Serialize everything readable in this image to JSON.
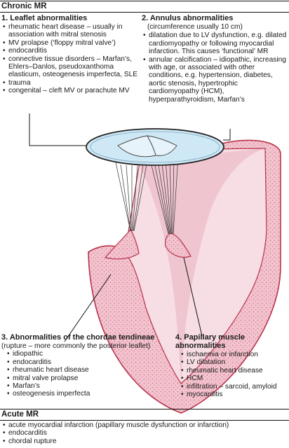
{
  "chronic": {
    "title": "Chronic MR",
    "s1": {
      "heading": "1. Leaflet abnormalities",
      "items": [
        "rheumatic heart disease – usually in association with mitral stenosis",
        "MV prolapse (‘floppy mitral valve’)",
        "endocarditis",
        "connective tissue disorders – Marfan’s, Ehlers–Danlos, pseudoxanthoma elasticum, osteogenesis imperfecta, SLE",
        "trauma",
        "congenital – cleft MV or parachute MV"
      ]
    },
    "s2": {
      "heading": "2. Annulus abnormalities",
      "note": "(circumference usually 10 cm)",
      "items": [
        "dilatation due to LV dysfunction, e.g. dilated cardiomyopathy or following myocardial infarction. This causes ‘functional’ MR",
        "annular calcification – idiopathic, increasing with age, or associated with other conditions, e.g. hypertension, diabetes, aortic stenosis, hypertrophic cardiomyopathy (HCM), hyperparathyroidism, Marfan’s"
      ]
    },
    "s3": {
      "heading": "3. Abnormalities of the chordae tendineae",
      "note": "(rupture – more commonly the posterior leaflet)",
      "items": [
        "idiopathic",
        "endocarditis",
        "rheumatic heart disease",
        "mitral valve prolapse",
        "Marfan’s",
        "osteogenesis imperfecta"
      ]
    },
    "s4": {
      "heading": "4. Papillary muscle abnormalities",
      "items": [
        "ischaemia or infarction",
        "LV dilatation",
        "rheumatic heart disease",
        "HCM",
        "infiltration – sarcoid, amyloid",
        "myocarditis"
      ]
    }
  },
  "acute": {
    "title": "Acute MR",
    "items": [
      "acute myocardial infarction (papillary muscle dysfunction or infarction)",
      "endocarditis",
      "chordal rupture"
    ]
  },
  "colors": {
    "wall": "#f2c4cf",
    "wall_dots": "#d9808f",
    "outline": "#b8324b",
    "valve": "#cfe8f5",
    "cavity": "#f7dde4"
  }
}
